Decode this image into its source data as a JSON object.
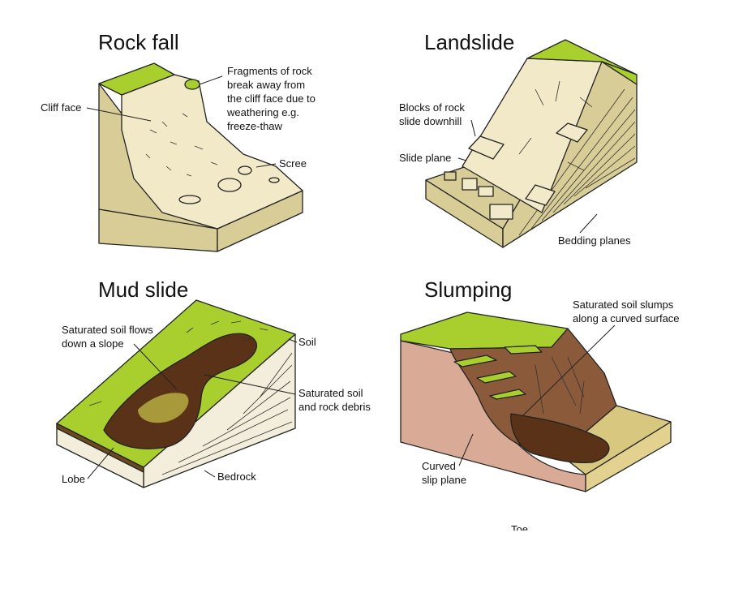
{
  "panels": {
    "rockfall": {
      "title": "Rock fall",
      "labels": {
        "cliff_face": "Cliff face",
        "fragments": [
          "Fragments of rock",
          "break away from",
          "the cliff face due to",
          "weathering e.g.",
          "freeze-thaw"
        ],
        "scree": "Scree"
      }
    },
    "landslide": {
      "title": "Landslide",
      "labels": {
        "blocks": [
          "Blocks of rock",
          "slide downhill"
        ],
        "slide_plane": "Slide plane",
        "bedding_planes": "Bedding planes"
      }
    },
    "mudslide": {
      "title": "Mud slide",
      "labels": {
        "saturated_flows": [
          "Saturated soil flows",
          "down a slope"
        ],
        "soil": "Soil",
        "saturated_debris": [
          "Saturated soil",
          "and rock debris"
        ],
        "lobe": "Lobe",
        "bedrock": "Bedrock"
      }
    },
    "slumping": {
      "title": "Slumping",
      "labels": {
        "slumps": [
          "Saturated soil slumps",
          "along a curved surface"
        ],
        "curved_slip": [
          "Curved",
          "slip plane"
        ],
        "toe": "Toe"
      }
    }
  },
  "colors": {
    "grass": "#a9cf2e",
    "cliff": "#f1e9c8",
    "mud": "#5a3217",
    "slump_side": "#d9aa95"
  }
}
